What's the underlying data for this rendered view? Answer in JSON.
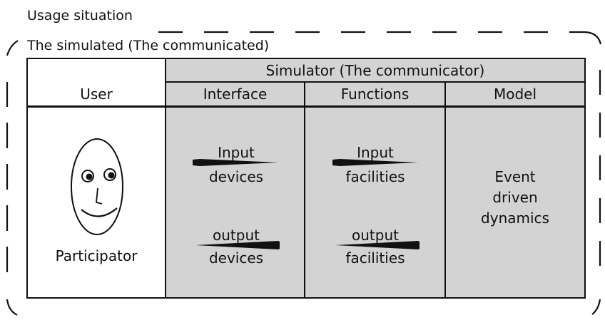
{
  "usage_situation_label": "Usage situation",
  "simulated_label": "The simulated (The communicated)",
  "table": {
    "simulator_header": "Simulator (The communicator)",
    "user_header": "User",
    "interface_header": "Interface",
    "functions_header": "Functions",
    "model_header": "Model",
    "participator_label": "Participator",
    "interface": {
      "input_line1": "Input",
      "input_line2": "devices",
      "output_line1": "output",
      "output_line2": "devices"
    },
    "functions": {
      "input_line1": "Input",
      "input_line2": "facilities",
      "output_line1": "output",
      "output_line2": "facilities"
    },
    "model": {
      "line1": "Event",
      "line2": "driven",
      "line3": "dynamics"
    }
  },
  "colors": {
    "grey_fill": "#d3d3d3",
    "line": "#111111"
  },
  "icons": [
    "face-icon",
    "input-arrow-icon",
    "output-arrow-icon"
  ]
}
